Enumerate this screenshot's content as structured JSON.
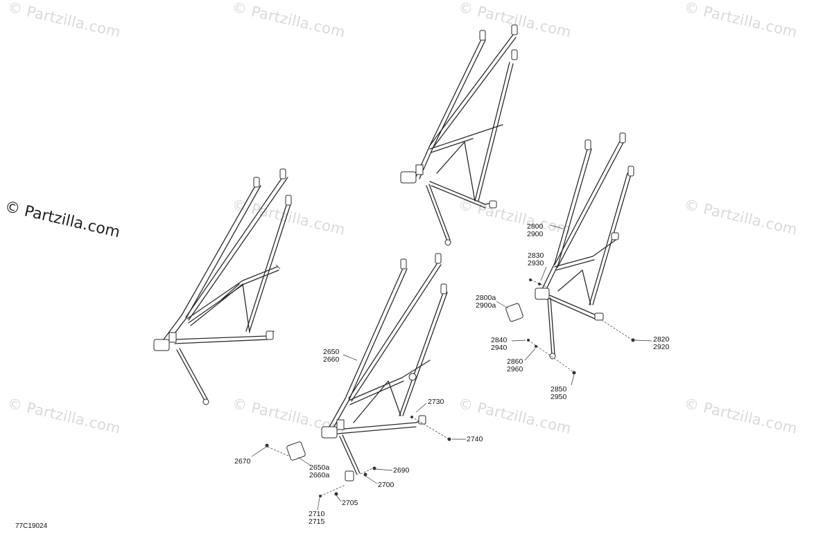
{
  "watermark": {
    "text": "© Partzilla.com",
    "main_text": "© Partzilla.com"
  },
  "drawing_code": "77C19024",
  "callouts": [
    {
      "id": "c2650",
      "lines": [
        "2650",
        "2660"
      ]
    },
    {
      "id": "c2650a",
      "lines": [
        "2650a",
        "2660a"
      ]
    },
    {
      "id": "c2670",
      "lines": [
        "2670"
      ]
    },
    {
      "id": "c2690",
      "lines": [
        "2690"
      ]
    },
    {
      "id": "c2700",
      "lines": [
        "2700"
      ]
    },
    {
      "id": "c2705",
      "lines": [
        "2705"
      ]
    },
    {
      "id": "c2710",
      "lines": [
        "2710",
        "2715"
      ]
    },
    {
      "id": "c2730",
      "lines": [
        "2730"
      ]
    },
    {
      "id": "c2740",
      "lines": [
        "2740"
      ]
    },
    {
      "id": "c2800",
      "lines": [
        "2800",
        "2900"
      ]
    },
    {
      "id": "c2800a",
      "lines": [
        "2800a",
        "2900a"
      ]
    },
    {
      "id": "c2820",
      "lines": [
        "2820",
        "2920"
      ]
    },
    {
      "id": "c2830",
      "lines": [
        "2830",
        "2930"
      ]
    },
    {
      "id": "c2840",
      "lines": [
        "2840",
        "2940"
      ]
    },
    {
      "id": "c2850",
      "lines": [
        "2850",
        "2950"
      ]
    },
    {
      "id": "c2860",
      "lines": [
        "2860",
        "2960"
      ]
    }
  ]
}
